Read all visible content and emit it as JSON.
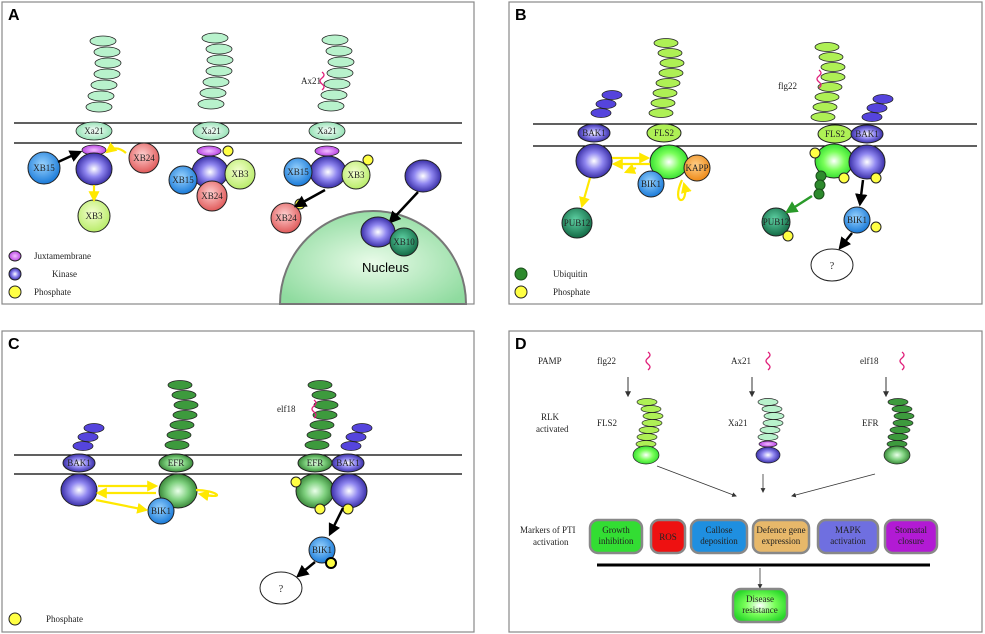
{
  "panels": {
    "A": {
      "letter": "A",
      "ligand": "Ax21",
      "receptor": "Xa21",
      "proteins": [
        "XB15",
        "XB24",
        "XB3",
        "XB15",
        "XB3",
        "XB24",
        "XB15",
        "XB3",
        "XB24",
        "XB10"
      ],
      "nucleus": "Nucleus",
      "legend": [
        "Juxtamembrane",
        "Kinase",
        "Phosphate"
      ]
    },
    "B": {
      "letter": "B",
      "ligand": "flg22",
      "proteins": [
        "BAK1",
        "FLS2",
        "BIK1",
        "KAPP",
        "PUB12",
        "FLS2",
        "BAK1",
        "PUB12",
        "BIK1"
      ],
      "unknown": "?",
      "legend": [
        "Ubiquitin",
        "Phosphate"
      ]
    },
    "C": {
      "letter": "C",
      "ligand": "elf18",
      "proteins": [
        "BAK1",
        "EFR",
        "BIK1",
        "EFR",
        "BAK1",
        "BIK1"
      ],
      "unknown": "?",
      "legend": [
        "Phosphate"
      ]
    },
    "D": {
      "letter": "D",
      "pamp_label": "PAMP",
      "rlk_label": [
        "RLK",
        "activated"
      ],
      "pamps": [
        "flg22",
        "Ax21",
        "elf18"
      ],
      "rlks": [
        "FLS2",
        "Xa21",
        "EFR"
      ],
      "markers_label": [
        "Markers of PTI",
        "activation"
      ],
      "markers": [
        {
          "lines": [
            "Growth",
            "inhibition"
          ],
          "color": "#33dd33"
        },
        {
          "lines": [
            "ROS"
          ],
          "color": "#ee1111"
        },
        {
          "lines": [
            "Callose",
            "deposition"
          ],
          "color": "#1f8fe0"
        },
        {
          "lines": [
            "Defence gene",
            "expression"
          ],
          "color": "#e7b86a"
        },
        {
          "lines": [
            "MAPK",
            "activation"
          ],
          "color": "#6f6fe0"
        },
        {
          "lines": [
            "Stomatal",
            "closure"
          ],
          "color": "#b21ad4"
        }
      ],
      "outcome": [
        "Disease",
        "resistance"
      ]
    }
  },
  "colors": {
    "lrr_light": "#b8f2cc",
    "lrr_bright": "#aef055",
    "lrr_dark": "#3d9a3d",
    "lrr_blue": "#5544dd",
    "kinase_blue": "#4a3fd0",
    "juxtamembrane": "#c03adf",
    "phosphate": "#ffff44",
    "ubiquitin": "#2d8a2d",
    "arrow_yellow": "#ffee22",
    "arrow_green": "#2a9a2a",
    "ligand": "#e0207a"
  }
}
